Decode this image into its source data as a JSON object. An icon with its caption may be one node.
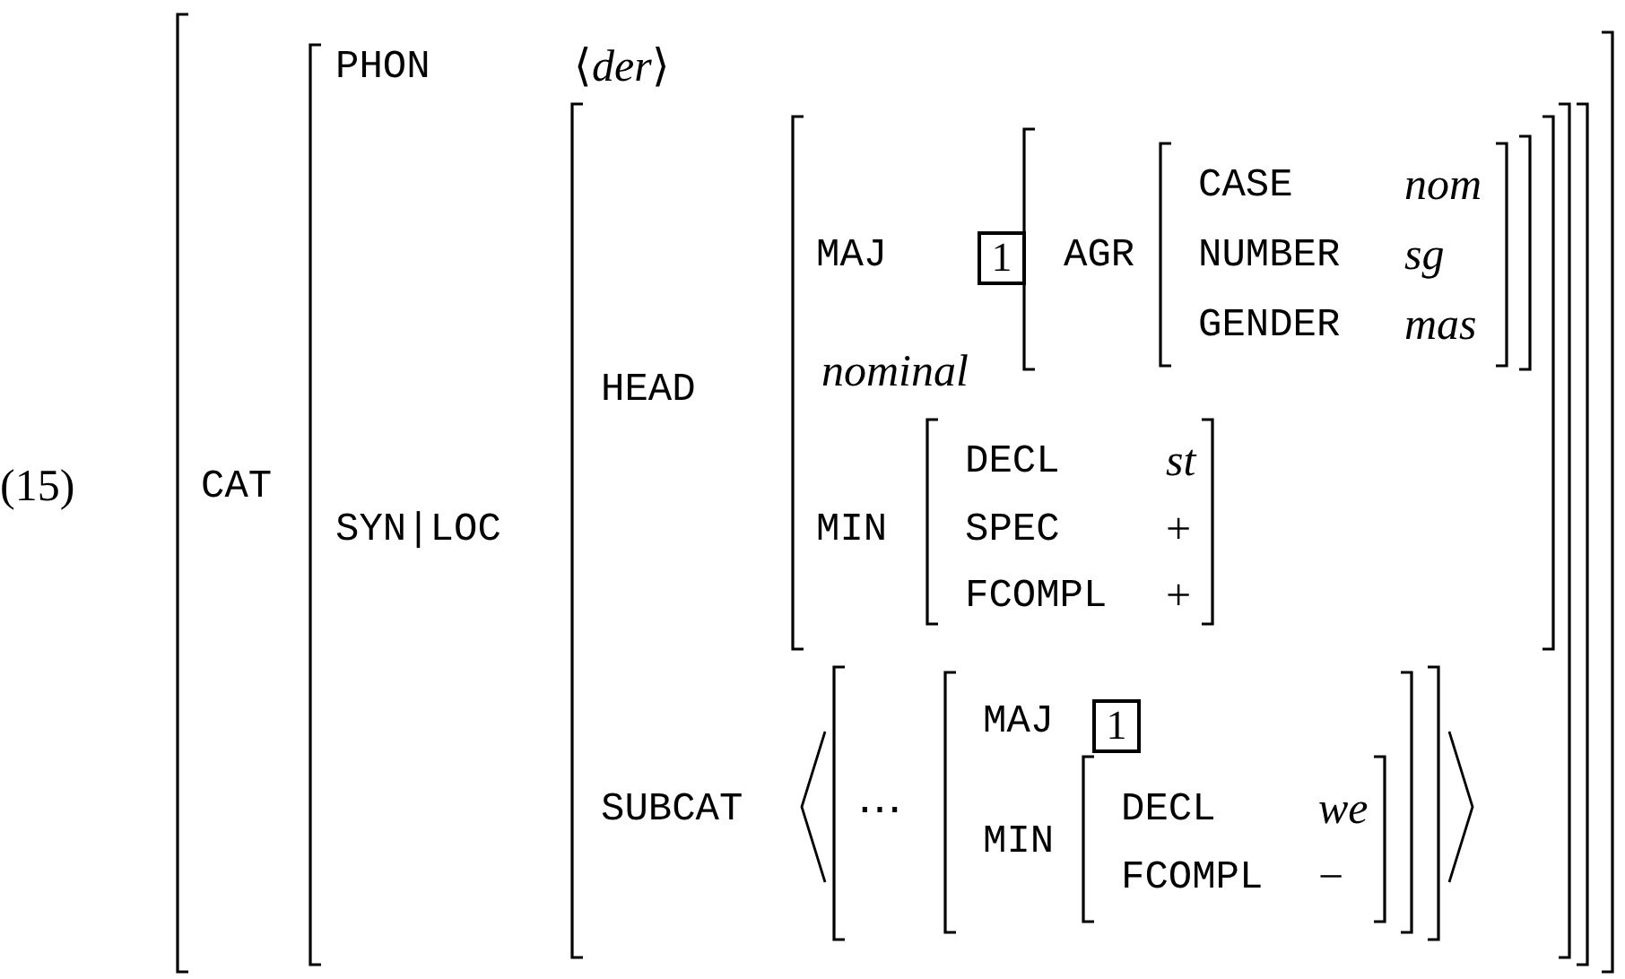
{
  "diagram": {
    "nodes": [
      {
        "text": [
          "1"
        ]
      },
      {
        "text": [
          "1"
        ]
      }
    ],
    "labels": [
      "(15)",
      "CAT",
      "PHON",
      "⟨*der*⟩",
      "SYN|LOC",
      "HEAD",
      "MAJ",
      "AGR",
      "CASE",
      "nom",
      "NUMBER",
      "sg",
      "GENDER",
      "mas",
      "nominal",
      "MIN",
      "DECL",
      "st",
      "SPEC",
      "+",
      "FCOMPL",
      "+",
      "SUBCAT",
      "⋯",
      "MAJ",
      "MIN",
      "DECL",
      "we",
      "FCOMPL",
      "−"
    ]
  }
}
